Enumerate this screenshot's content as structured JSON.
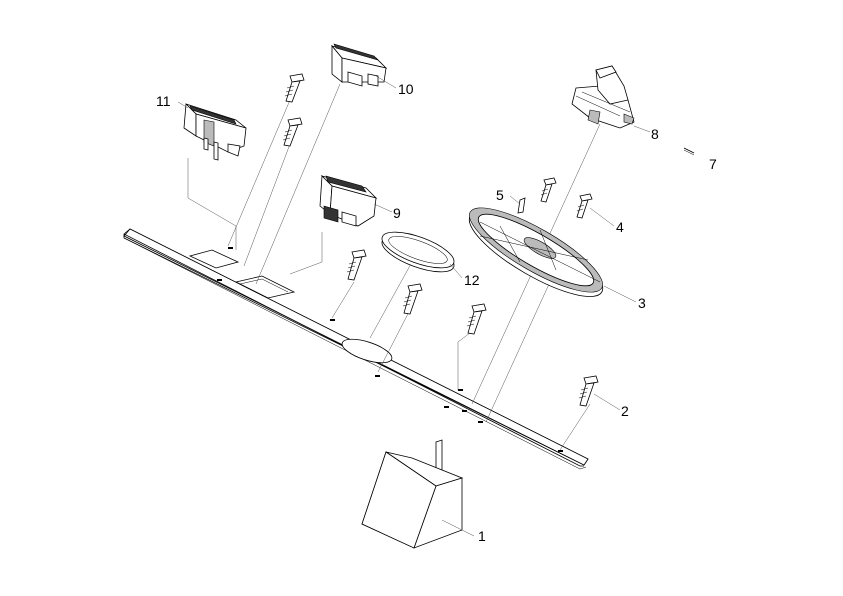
{
  "callouts": {
    "p1": "1",
    "p2": "2",
    "p3": "3",
    "p4": "4",
    "p5": "5",
    "p7": "7",
    "p8": "8",
    "p9": "9",
    "p10": "10",
    "p11": "11",
    "p12": "12"
  }
}
